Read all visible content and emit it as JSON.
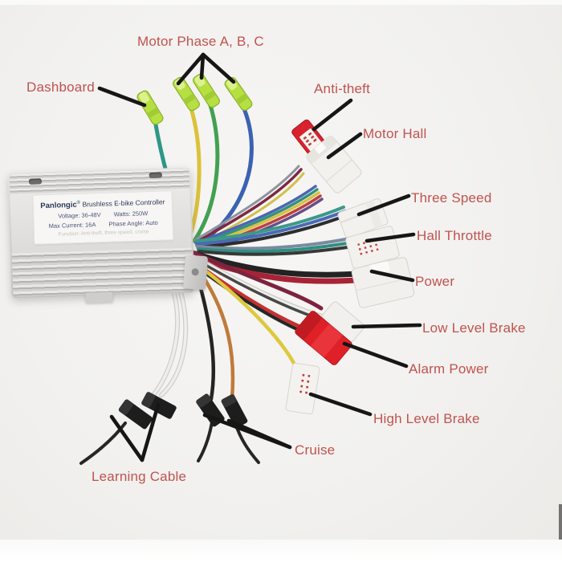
{
  "labels": {
    "dashboard": "Dashboard",
    "motor_phase": "Motor Phase A, B, C",
    "anti_theft": "Anti-theft",
    "motor_hall": "Motor Hall",
    "three_speed": "Three Speed",
    "hall_throttle": "Hall Throttle",
    "power": "Power",
    "low_level_brake": "Low Level Brake",
    "alarm_power": "Alarm Power",
    "high_level_brake": "High Level Brake",
    "cruise": "Cruise",
    "learning_cable": "Learning Cable"
  },
  "controller_label": {
    "brand": "Panlongic",
    "reg_mark": "®",
    "product": " Brushless E-bike Controller",
    "voltage": "Voltage: 36-48V",
    "watts": "Watts: 250W",
    "max_current": "Max Current: 16A",
    "phase_angle": "Phase Angle: Auto",
    "function_line": "Function: Anti-theft, three speed, cruise"
  },
  "colors": {
    "annotation_text": "#c0534f",
    "annotation_line": "#161616",
    "bullet_connector_green": "#b6df42",
    "anti_theft_red": "#d8232e",
    "alarm_power_red": "#df2127",
    "white_connector": "#f3f1ed",
    "black_connector": "#1d1d1d",
    "controller_silver": "#d2d1cf",
    "wire_teal": "#2f9688",
    "wire_yellow": "#dcc23a",
    "wire_green": "#43a052",
    "wire_blue": "#3b62b2",
    "wire_maroon": "#7c2340",
    "wire_orange": "#c07a3a",
    "wire_black": "#242424",
    "wire_white": "#efeeea"
  }
}
